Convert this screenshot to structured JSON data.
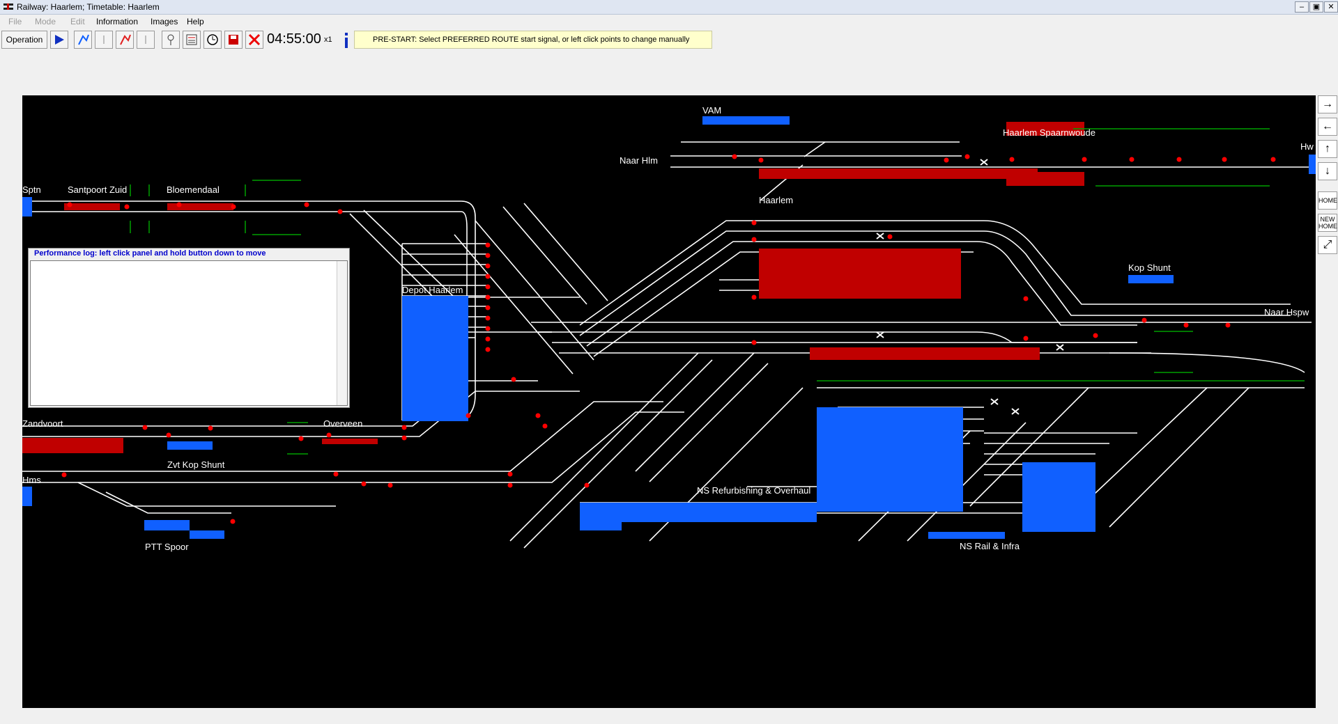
{
  "window": {
    "title": "Railway: Haarlem; Timetable: Haarlem",
    "controls": [
      "–",
      "▣",
      "✕"
    ]
  },
  "menu": [
    {
      "label": "File",
      "enabled": false
    },
    {
      "label": "Mode",
      "enabled": false
    },
    {
      "label": "Edit",
      "enabled": false
    },
    {
      "label": "Information",
      "enabled": true
    },
    {
      "label": "Images",
      "enabled": true
    },
    {
      "label": "Help",
      "enabled": true
    }
  ],
  "toolbar": {
    "operation_label": "Operation",
    "clock": "04:55:00",
    "speed": "x1",
    "status_text": "PRE-START:  Select PREFERRED ROUTE start signal, or left click points to change manually"
  },
  "perf_log": {
    "title": "Performance log: left click panel and hold button down to move"
  },
  "side_buttons": {
    "right": "→",
    "left": "←",
    "up": "↑",
    "down": "↓",
    "home": "HOME",
    "new_home": "NEW HOME",
    "fullscreen": "⤢"
  },
  "colors": {
    "track": "#ffffff",
    "platform_red": "#c00000",
    "siding_blue": "#1060ff",
    "signal_red": "#ff0000",
    "canvas": "#000000"
  },
  "map_labels": {
    "sptn": "Sptn",
    "santpoort_zuid": "Santpoort Zuid",
    "bloemendaal": "Bloemendaal",
    "vam": "VAM",
    "naar_hlm": "Naar Hlm",
    "haarlem_spaarnwoude": "Haarlem Spaarnwoude",
    "hw": "Hw",
    "haarlem": "Haarlem",
    "kop_shunt": "Kop Shunt",
    "naar_hspw": "Naar Hspw",
    "depot_haarlem": "Depot Haarlem",
    "zandvoort": "Zandvoort",
    "overveen": "Overveen",
    "zvt_kop_shunt": "Zvt Kop Shunt",
    "hms": "Hms",
    "ptt_spoor": "PTT Spoor",
    "ns_refurbishing": "NS Refurbishing & Overhaul",
    "ns_rail": "NS Rail & Infra"
  }
}
